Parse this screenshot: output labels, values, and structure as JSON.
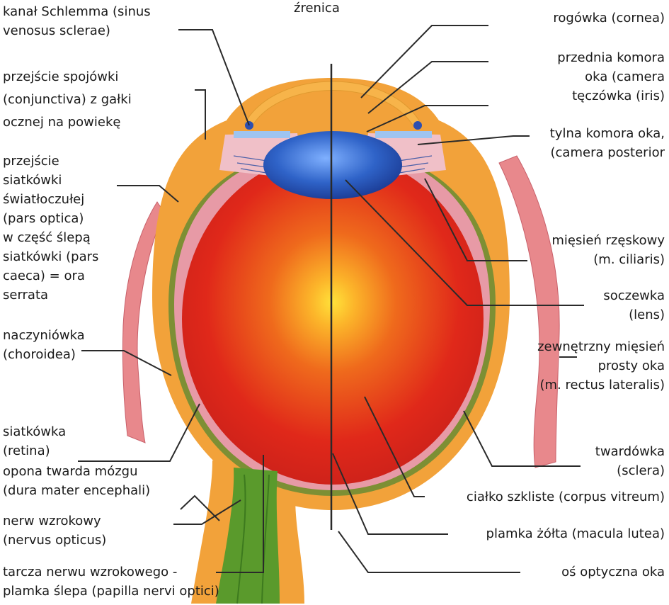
{
  "labels": {
    "zrenica": [
      "źrenica"
    ],
    "kanal_schlemma": [
      "kanał Schlemma (sinus",
      "venosus sclerae)"
    ],
    "spojowka": [
      "przejście spojówki",
      "(conjunctiva) z gałki",
      "ocznej na powiekę"
    ],
    "ora_serrata": [
      "przejście",
      "siatkówki",
      "światłoczułej",
      "(pars optica)",
      "w część ślepą",
      "siatkówki (pars",
      "caeca) = ora",
      "serrata"
    ],
    "naczyniowka": [
      "naczyniówka",
      "(choroidea)"
    ],
    "siatkowka": [
      "siatkówka",
      "(retina)"
    ],
    "opona": [
      "opona twarda mózgu",
      "(dura mater encephali)"
    ],
    "nerw": [
      "nerw wzrokowy",
      "(nervus opticus)"
    ],
    "tarcza": [
      "tarcza nerwu wzrokowego -",
      "plamka ślepa (papilla nervi optici)"
    ],
    "rogowka": [
      "rogówka (cornea)"
    ],
    "przednia_komora": [
      "przednia komora",
      "oka (camera"
    ],
    "teczowka": [
      "tęczówka (iris)"
    ],
    "tylna_komora": [
      "tylna komora oka,",
      "(camera posterior"
    ],
    "miesien_rzeskowy": [
      "mięsień rzęskowy",
      "(m. ciliaris)"
    ],
    "soczewka": [
      "soczewka",
      "(lens)"
    ],
    "miesien_prosty": [
      "zewnętrzny mięsień",
      "prosty oka",
      "(m. rectus lateralis)"
    ],
    "twardowka": [
      "twardówka",
      "(sclera)"
    ],
    "cialko": [
      "ciałko szkliste (corpus vitreum)"
    ],
    "plamka_zolta": [
      "plamka żółta (macula lutea)"
    ],
    "os_optyczna": [
      "oś optyczna oka"
    ]
  },
  "colors": {
    "sclera": "#f2a23a",
    "vitreous": "#e0281a",
    "retina_band": "#e79aa6",
    "choroid_band": "#7d8f34",
    "lens": "#2f63c8",
    "nerve": "#5a9a2c",
    "muscle": "#e88a8a",
    "leader": "#2a2a2a"
  }
}
